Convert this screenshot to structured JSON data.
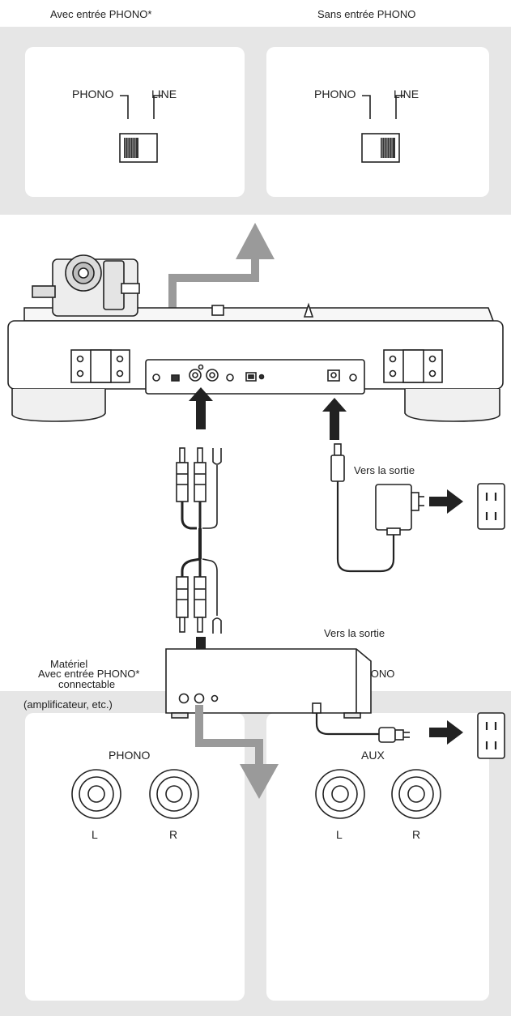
{
  "top": {
    "left_caption": "Avec entrée PHONO*",
    "right_caption": "Sans entrée PHONO",
    "left_panel": {
      "phono_label": "PHONO",
      "line_label": "LINE",
      "switch_position": "PHONO"
    },
    "right_panel": {
      "phono_label": "PHONO",
      "line_label": "LINE",
      "switch_position": "LINE"
    }
  },
  "middle": {
    "outlet_label_1": "Vers la sortie",
    "outlet_label_2": "Vers la sortie",
    "device_label_line1": "Matériel",
    "device_label_line2": "connectable",
    "device_label_line3": "(amplificateur, etc.)"
  },
  "bottom": {
    "left_caption": "Avec entrée PHONO*",
    "right_caption": "Sans entrée PHONO",
    "left_panel": {
      "title": "PHONO",
      "jack_left": "L",
      "jack_right": "R"
    },
    "right_panel": {
      "title": "AUX",
      "jack_left": "L",
      "jack_right": "R"
    }
  },
  "colors": {
    "band": "#e6e6e6",
    "arrow_gray": "#9a9a9a",
    "ink": "#222222"
  }
}
